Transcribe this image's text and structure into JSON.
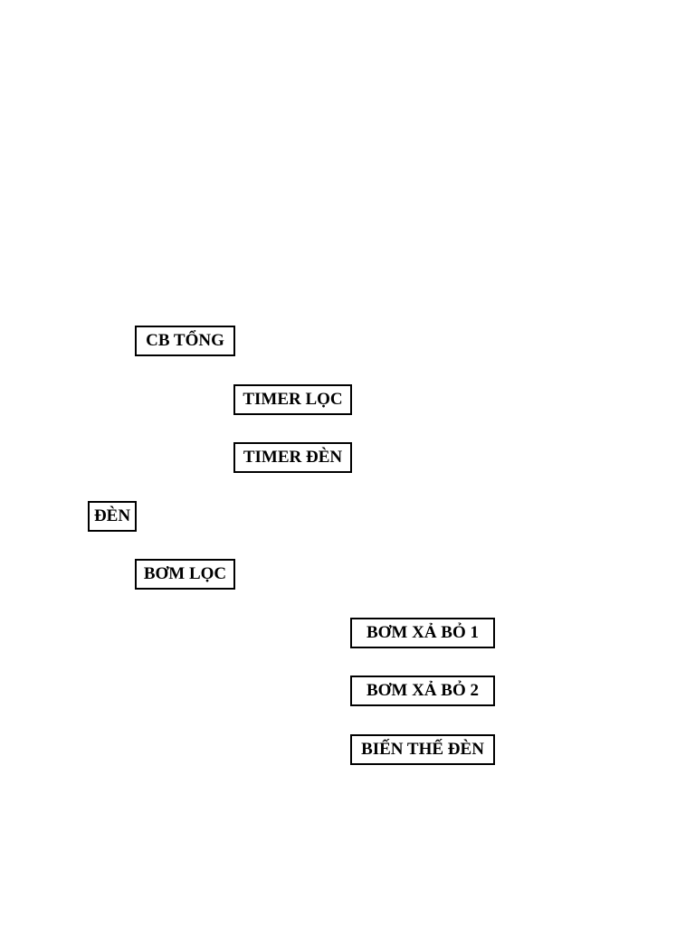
{
  "labels": {
    "cb_tong": "CB TỔNG",
    "timer_loc": "TIMER LỌC",
    "timer_den": "TIMER ĐÈN",
    "den": "ĐÈN",
    "bom_loc": "BƠM LỌC",
    "bom_xa_bo_1": "BƠM XẢ BỎ 1",
    "bom_xa_bo_2": "BƠM XẢ BỎ 2",
    "bien_the_den": "BIẾN THẾ ĐÈN"
  },
  "colors": {
    "background": "#ffffff",
    "border": "#000000",
    "text": "#000000"
  }
}
